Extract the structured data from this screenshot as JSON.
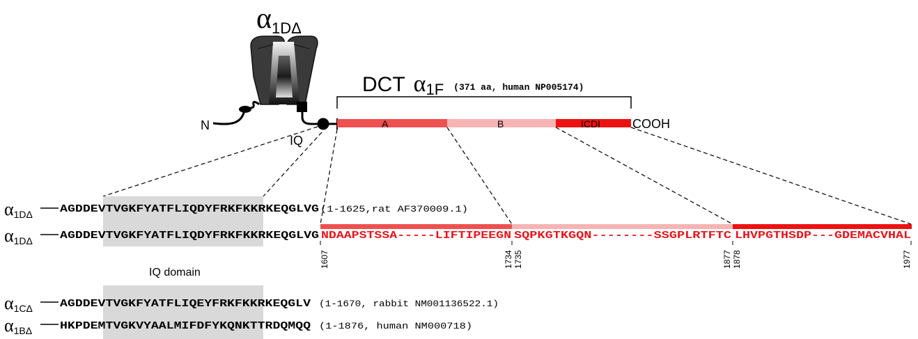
{
  "channel": {
    "title_symbol": "α",
    "title_sub": "1DΔ",
    "n_label": "N",
    "iq_label": "IQ",
    "cooh_label": "COOH"
  },
  "dct": {
    "label": "DCT",
    "symbol": "α",
    "sub": "1F",
    "note": "(371 aa, human NP005174)",
    "segments": [
      {
        "label": "A",
        "color": "#ef5050"
      },
      {
        "label": "B",
        "color": "#f7b4b4"
      },
      {
        "label": "ICDI",
        "color": "#ee1111"
      }
    ]
  },
  "iq_domain_label": "IQ domain",
  "rows": [
    {
      "symbol": "α",
      "sub": "1DΔ",
      "seq": "AGDDEVTVGKFYATFLIQDYFRKFKKRKEQGLVG",
      "note": "(1-1625,rat AF370009.1)"
    },
    {
      "symbol": "α",
      "sub": "1DΔ",
      "seq": "AGDDEVTVGKFYATFLIQDYFRKFKKRKEQGLVG",
      "note": ""
    },
    {
      "symbol": "α",
      "sub": "1CΔ",
      "seq": "AGDDEVTVGKFYATFLIQEYFRKFKKRKEQGLV",
      "note": "(1-1670, rabbit NM001136522.1)"
    },
    {
      "symbol": "α",
      "sub": "1BΔ",
      "seq": "HKPDEMTVGKVYAALMIFDFYKQNKTTRDQMQQ",
      "note": "(1-1876, human NM000718)"
    }
  ],
  "fused": [
    {
      "seq": "NDAAPSTSSA-----LIFTIPEEGN",
      "start": "1607",
      "end": "1734",
      "color": "#ef5050"
    },
    {
      "seq": "SQPKGTKGQN--------SSGPLRTFTC",
      "start": "1735",
      "end": "1877",
      "color": "#f7b4b4"
    },
    {
      "seq": "LHVPGTHSDP---GDEMACVHAL",
      "start": "1878",
      "end": "1977",
      "color": "#ee1111"
    }
  ]
}
